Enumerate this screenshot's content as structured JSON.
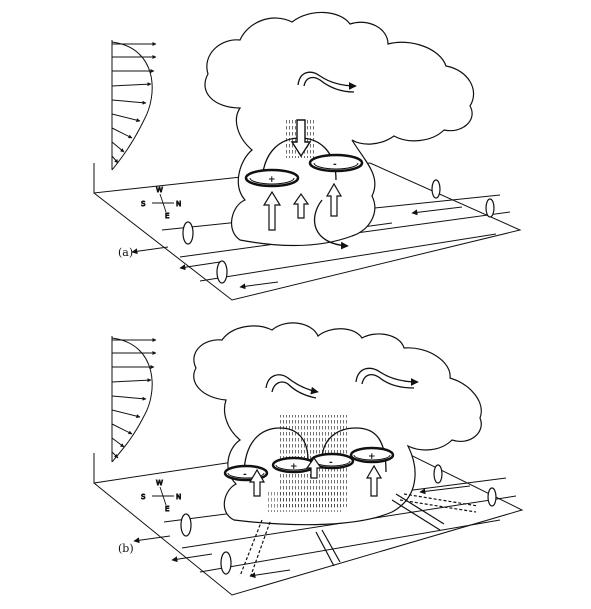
{
  "panels": [
    {
      "label": "(a)",
      "compass": {
        "north": "N",
        "south": "S",
        "east": "E",
        "west": "W"
      },
      "rotation_signs": [
        "+",
        "-"
      ]
    },
    {
      "label": "(b)",
      "compass": {
        "north": "N",
        "south": "S",
        "east": "E",
        "west": "W"
      },
      "rotation_signs": [
        "-",
        "+",
        "-",
        "+"
      ]
    }
  ],
  "colors": {
    "ink": "#111111",
    "paper": "#ffffff",
    "shade": "#9a9a9a"
  },
  "icon_names": [
    "wind-profile-icon",
    "vortex-tube-icon",
    "updraft-arrow-icon",
    "downdraft-arrow-icon",
    "cloud-outflow-arrow-icon"
  ]
}
